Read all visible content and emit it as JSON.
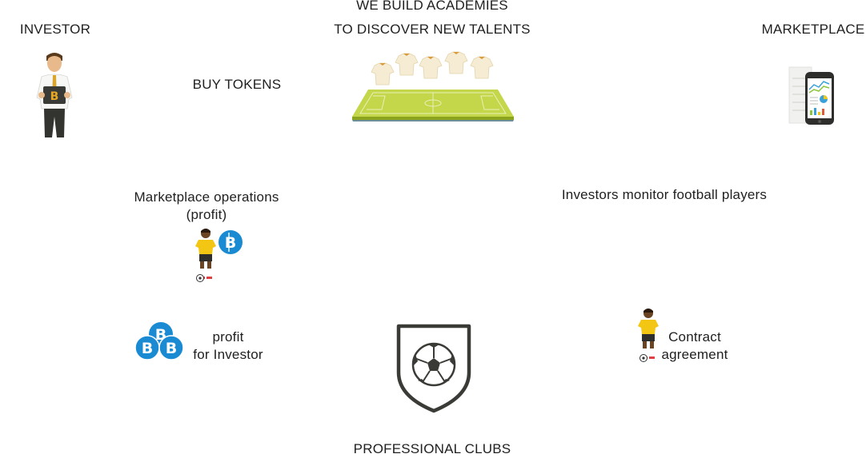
{
  "labels": {
    "investor": "INVESTOR",
    "academies_line1": "WE BUILD ACADEMIES",
    "academies_line2": "TO DISCOVER NEW TALENTS",
    "marketplace": "MARKETPLACE",
    "buy_tokens": "BUY TOKENS",
    "marketplace_ops_line1": "Marketplace operations",
    "marketplace_ops_line2": "(profit)",
    "investors_monitor": "Investors monitor football players",
    "profit_line1": "profit",
    "profit_line2": "for Investor",
    "contract_line1": "Contract",
    "contract_line2": "agreement",
    "professional_clubs": "PROFESSIONAL CLUBS"
  },
  "icons": {
    "investor": "investor-icon",
    "academy": "football-pitch-icon",
    "marketplace": "tablet-icon",
    "player": "football-player-icon",
    "token": "bitcoin-coin-icon",
    "club": "club-shield-icon"
  },
  "colors": {
    "text": "#1f1f1f",
    "coin": "#1a8bd3",
    "jersey_yellow": "#f3c614",
    "pitch_green": "#b9cf3a",
    "shirt_cream": "#f6ecd4",
    "shield": "#3a3a36"
  }
}
